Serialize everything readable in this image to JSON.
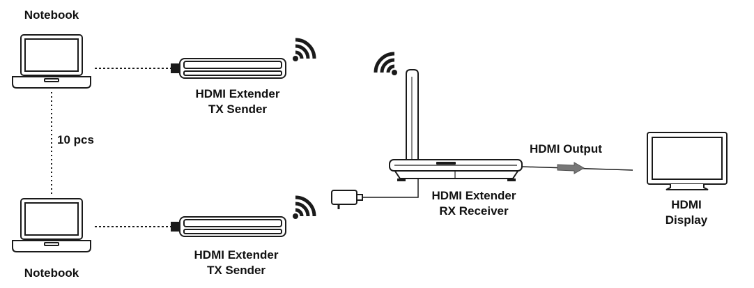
{
  "notebook_top": {
    "label": "Notebook"
  },
  "notebook_bottom": {
    "label": "Notebook"
  },
  "quantity": {
    "label": "10 pcs"
  },
  "tx_top": {
    "line1": "HDMI Extender",
    "line2": "TX Sender"
  },
  "tx_bottom": {
    "line1": "HDMI Extender",
    "line2": "TX Sender"
  },
  "rx": {
    "line1": "HDMI Extender",
    "line2": "RX Receiver"
  },
  "hdmi_output": {
    "label": "HDMI Output"
  },
  "display": {
    "line1": "HDMI",
    "line2": "Display"
  },
  "icons": {
    "notebook": "laptop-icon",
    "tx": "hdmi-dongle-icon",
    "rx": "receiver-icon",
    "wifi": "wireless-signal-icon",
    "power": "power-adapter-icon",
    "display": "monitor-icon"
  },
  "colors": {
    "stroke": "#1a1a1a",
    "fill": "#ffffff"
  }
}
